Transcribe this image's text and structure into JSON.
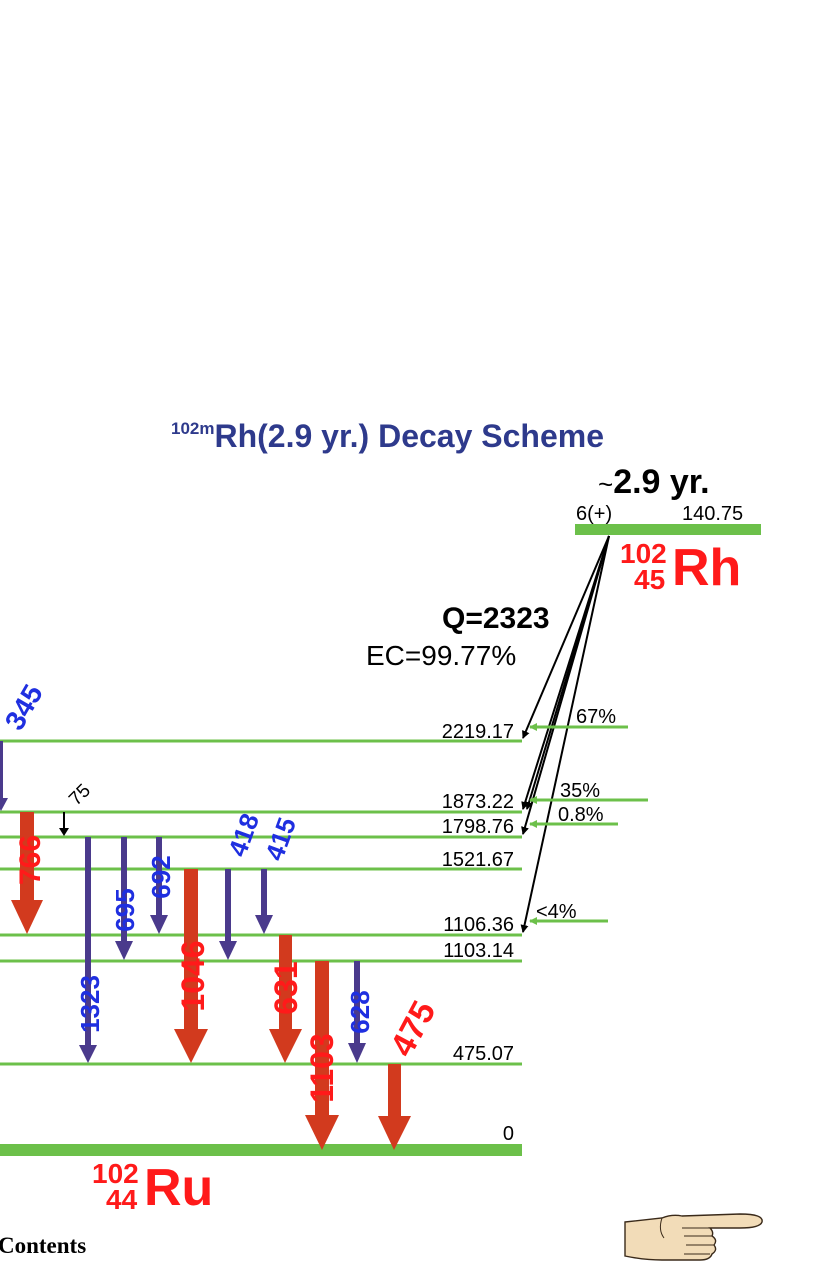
{
  "title": {
    "superscript": "102m",
    "main": "Rh(2.9 yr.) Decay Scheme"
  },
  "parent": {
    "halflife": "2.9 yr.",
    "halflife_prefix": "~",
    "spin": "6(+)",
    "energy": "140.75",
    "mass": "102",
    "z": "45",
    "symbol": "Rh"
  },
  "q_value": "Q=2323",
  "ec_branch": "EC=99.77%",
  "daughter": {
    "mass": "102",
    "z": "44",
    "symbol": "Ru"
  },
  "levels": [
    {
      "energy": "2219.17",
      "branch": "67%"
    },
    {
      "energy": "1873.22",
      "branch": "35%"
    },
    {
      "energy": "1798.76",
      "branch": "0.8%"
    },
    {
      "energy": "1521.67",
      "branch": ""
    },
    {
      "energy": "1106.36",
      "branch": "<4%"
    },
    {
      "energy": "1103.14",
      "branch": ""
    },
    {
      "energy": "475.07",
      "branch": ""
    },
    {
      "energy": "0",
      "branch": ""
    }
  ],
  "gammas": [
    {
      "label": "345",
      "kind": "blue"
    },
    {
      "label": "766",
      "kind": "red"
    },
    {
      "label": "75",
      "kind": "black"
    },
    {
      "label": "1323",
      "kind": "blue"
    },
    {
      "label": "695",
      "kind": "blue"
    },
    {
      "label": "692",
      "kind": "blue"
    },
    {
      "label": "1046",
      "kind": "red"
    },
    {
      "label": "418",
      "kind": "blue"
    },
    {
      "label": "415",
      "kind": "blue"
    },
    {
      "label": "631",
      "kind": "red"
    },
    {
      "label": "1103",
      "kind": "red"
    },
    {
      "label": "628",
      "kind": "blue"
    },
    {
      "label": "475",
      "kind": "red"
    }
  ],
  "colors": {
    "level": "#6cc04a",
    "red": "#d23a1e",
    "blue": "#4a3a8c",
    "label_blue": "#1f2fe0",
    "label_red": "#ff1a1a",
    "title": "#2e3a8c"
  },
  "nav": {
    "contents": "Contents",
    "next_icon": "pointing-hand-icon"
  }
}
